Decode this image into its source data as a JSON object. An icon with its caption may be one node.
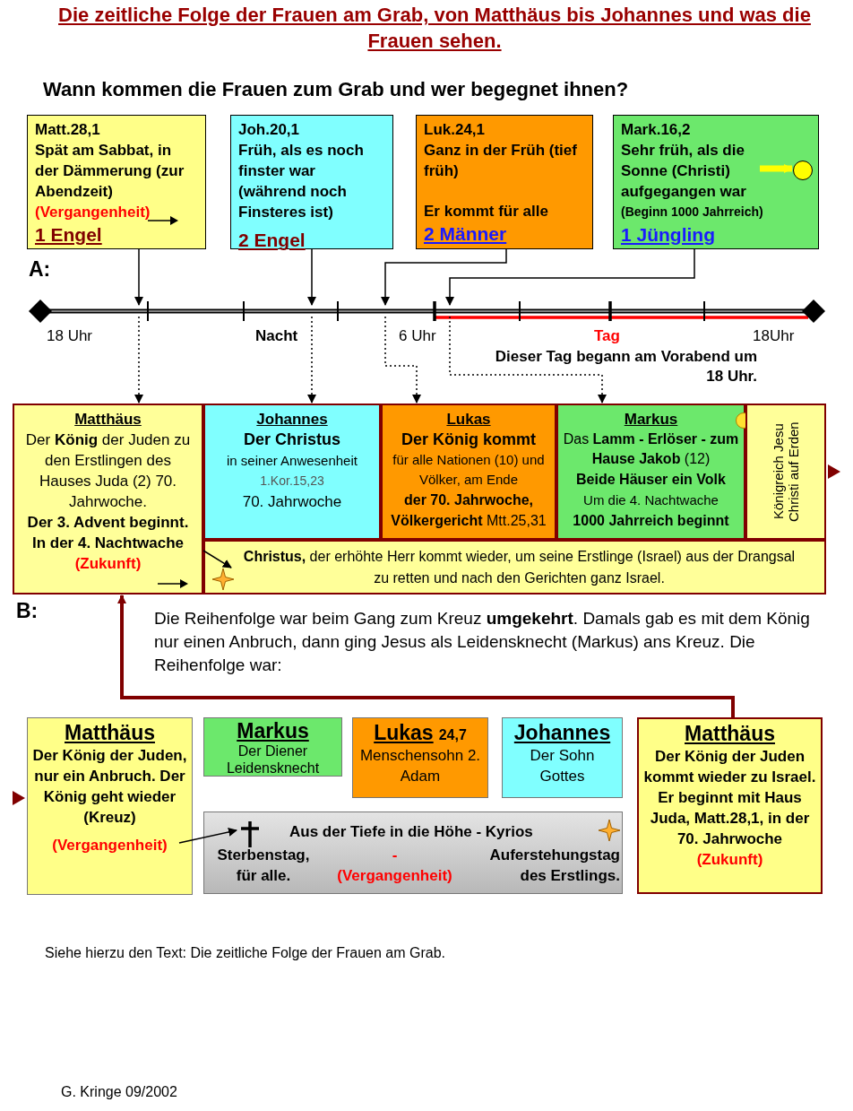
{
  "diagram": {
    "title": "Die zeitliche Folge der Frauen am Grab, von Matthäus bis Johannes und was die Frauen sehen.",
    "nodes": [
      {
        "text": [
          "Matt.28,1",
          "Spät am Sabbat, in der Dämmerung (zur Abendzeit)",
          "(Vergangenheit)",
          "1 Engel"
        ]
      },
      {
        "text": [
          "Joh.20,1",
          "Früh, als es noch finster war (während noch Finsteres ist)",
          "2 Engel"
        ]
      },
      {
        "text": [
          "Luk.24,1",
          "Ganz in der Früh (tief früh)",
          "Er kommt für alle",
          "2 Männer"
        ]
      },
      {
        "text": [
          "Mark.16,2",
          "Sehr früh, als die Sonne (Christi)",
          "aufgegangen war",
          "(Beginn 1000 Jahrreich)",
          "1 Jüngling"
        ]
      },
      {
        "text": [],
        "shape": "circle",
        "in": 3
      },
      {
        "text": [],
        "shape": "line",
        "beside": [
          "18 Uhr",
          "Nacht",
          "6 Uhr",
          "Tag",
          "18Uhr"
        ]
      },
      {
        "text": [
          "Matthäus",
          "Der **König** der Juden zu den Erstlingen des Hauses Juda (2) 70. Jahrwoche.",
          "Der 3. Advent beginnt.",
          "In der 4. Nachtwache",
          "(Zukunft)"
        ]
      },
      {
        "text": [
          "Johannes",
          "Der Christus",
          "in seiner Anwesenheit",
          "1.Kor.15,23",
          "70. Jahrwoche"
        ]
      },
      {
        "text": [
          "Lukas",
          "Der König kommt",
          "für alle Nationen (10) und Völker, am Ende",
          "**der 70. Jahrwoche, Völkergericht** Mtt.25,31"
        ]
      },
      {
        "text": [
          "Markus",
          "Das **Lamm - Erlöser - zum Hause Jakob** (12)",
          "Beide Häuser ein Volk",
          "Um die 4. Nachtwache",
          "1000 Jahrreich beginnt"
        ]
      },
      {
        "text": [
          "Königreich Jesu Christi auf Erden"
        ]
      },
      {
        "text": [
          "**Christus,** der erhöhte Herr kommt wieder, um seine Erstlinge (Israel) aus der Drangsal zu retten und nach den Gerichten ganz Israel."
        ]
      },
      {
        "text": [],
        "shape": "star",
        "in": 11
      },
      {
        "text": [
          "Matthäus",
          "Der König der Juden, nur ein Anbruch. Der König geht wieder (Kreuz)",
          "(Vergangenheit)"
        ]
      },
      {
        "text": [
          "Markus",
          "Der Diener Leidensknecht"
        ]
      },
      {
        "text": [
          "Lukas",
          "24,7",
          "Menschensohn 2. Adam"
        ]
      },
      {
        "text": [
          "Johannes",
          "Der Sohn Gottes"
        ]
      },
      {
        "text": [
          "Aus der Tiefe in die Höhe - Kyrios",
          "Sterbenstag, für alle.",
          "- (Vergangenheit)",
          "Auferstehungstag des Erstlings."
        ]
      },
      {
        "text": [],
        "shape": "cross",
        "in": 17
      },
      {
        "text": [
          "Matthäus",
          "Der König der Juden kommt wieder zu Israel. Er beginnt mit Haus Juda, Matt.28,1, in der 70. Jahrwoche",
          "(Zukunft)"
        ]
      }
    ],
    "edges": [
      {
        "from": 0,
        "to": 5,
        "arrow": "to"
      },
      {
        "from": 1,
        "to": 5,
        "arrow": "to"
      },
      {
        "from": 2,
        "to": 5,
        "arrow": "to"
      },
      {
        "from": 3,
        "to": 5,
        "arrow": "to"
      },
      {
        "from": 5,
        "to": 6,
        "arrow": "to",
        "style": "dashed"
      },
      {
        "from": 5,
        "to": 7,
        "arrow": "to",
        "style": "dashed"
      },
      {
        "from": 5,
        "to": 8,
        "arrow": "to",
        "style": "dashed"
      },
      {
        "from": 5,
        "to": 9,
        "arrow": "to",
        "style": "dashed"
      },
      {
        "from": null,
        "to": 4,
        "arrow": "to",
        "style": "thick",
        "color": "#ffff00"
      },
      {
        "from": 6,
        "to": 12,
        "arrow": "to"
      },
      {
        "from": 13,
        "to": 18,
        "arrow": "to"
      },
      {
        "from": 19,
        "to": 6,
        "arrow": "to",
        "style": "thick",
        "color": "#800000"
      }
    ],
    "labels": [
      "Wann kommen die Frauen zum Grab und wer begegnet ihnen?",
      "A:",
      "Dieser Tag begann am Vorabend um 18 Uhr.",
      "B:",
      "Die Reihenfolge war beim Gang zum Kreuz **umgekehrt**. Damals gab es mit dem König nur einen Anbruch, dann ging Jesus als Leidensknecht (Markus) ans Kreuz. Die Reihenfolge war:",
      "Siehe hierzu den Text: Die zeitliche Folge der Frauen am Grab.",
      "G. Kringe 09/2002"
    ]
  }
}
